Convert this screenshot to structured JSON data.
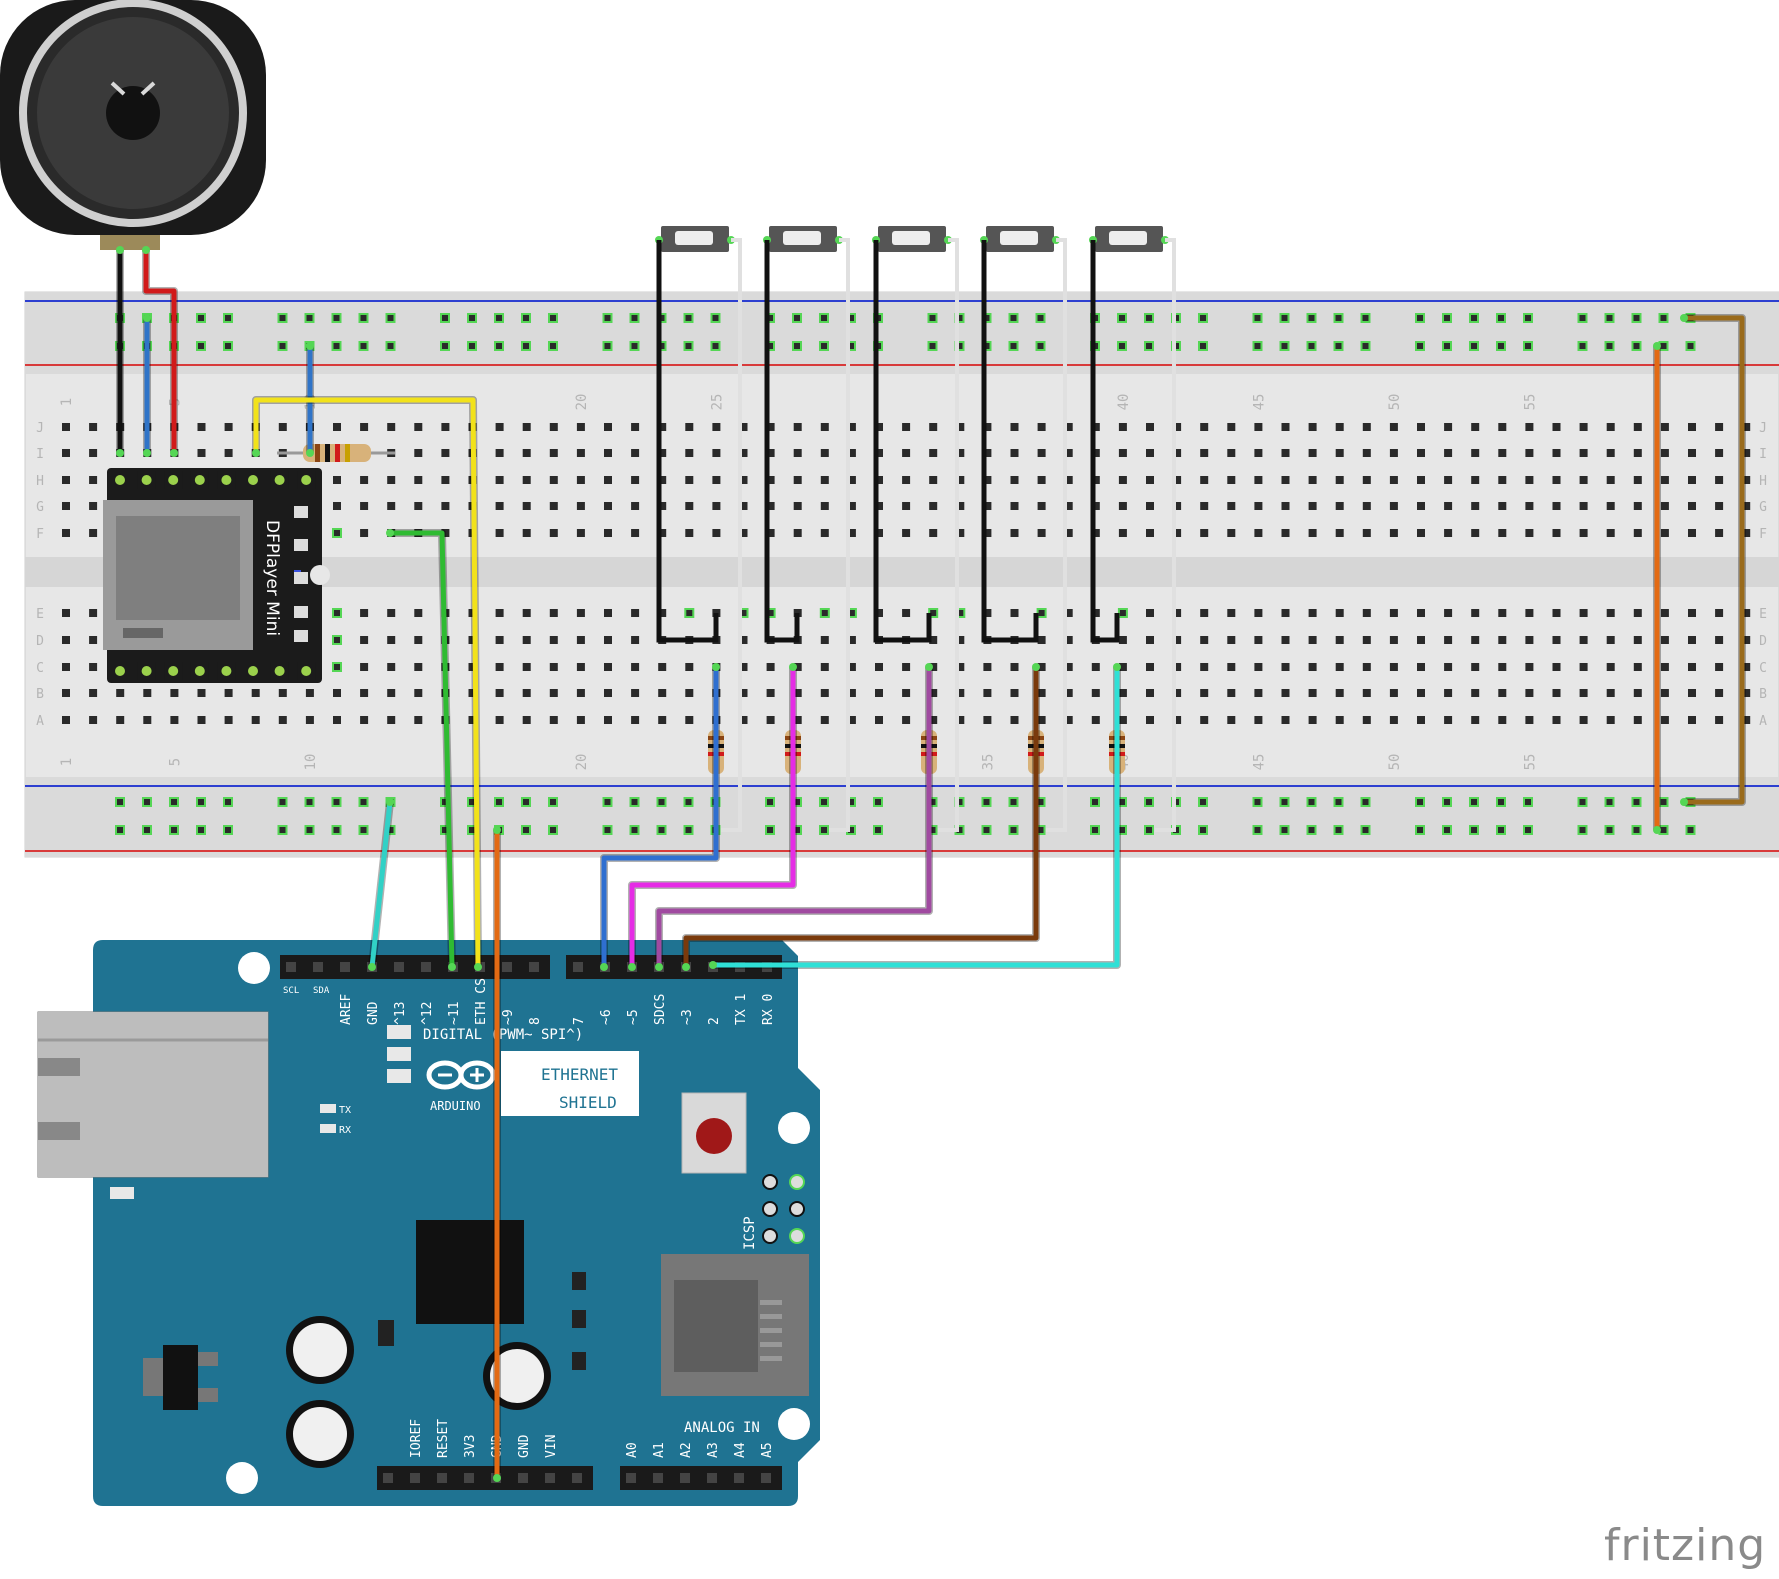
{
  "colors": {
    "board": "#1f7392",
    "breadboard": "#e9e9e9",
    "rail_blue": "#2d3fd0",
    "rail_red": "#d83a3a",
    "hole": "#2a2a2a",
    "hole_active": "#55d655",
    "module": "#1b1b1b"
  },
  "breadboard": {
    "row_letters": [
      "A",
      "B",
      "C",
      "D",
      "E",
      "F",
      "G",
      "H",
      "I",
      "J"
    ],
    "col_numbers_top": [
      "1",
      "5",
      "10",
      "20",
      "25",
      "40",
      "45",
      "50",
      "55"
    ],
    "col_numbers_bottom": [
      "1",
      "5",
      "10",
      "20",
      "35",
      "40",
      "45",
      "50",
      "55"
    ]
  },
  "module": {
    "label": "DFPlayer Mini"
  },
  "shield": {
    "digital_pins": [
      "SCL",
      "SDA",
      "AREF",
      "GND",
      "^13",
      "^12",
      "~11",
      "ETH CS",
      "~9",
      "8",
      "7",
      "~6",
      "~5",
      "SDCS",
      "~3",
      "2",
      "TX 1",
      "RX 0"
    ],
    "digital_label": "DIGITAL (PWM~ SPI^)",
    "brand_logo": "ARDUINO",
    "shield_title_1": "ETHERNET",
    "shield_title_2": "SHIELD",
    "tx_label": "TX",
    "rx_label": "RX",
    "icsp_label": "ICSP",
    "power_pins": [
      "IOREF",
      "RESET",
      "3V3",
      "GND",
      "GND",
      "VIN"
    ],
    "analog_pins": [
      "A0",
      "A1",
      "A2",
      "A3",
      "A4",
      "A5"
    ],
    "analog_label": "ANALOG IN"
  },
  "wires": [
    {
      "name": "speaker-wire-black",
      "color": "#111111"
    },
    {
      "name": "speaker-wire-red",
      "color": "#d11a1a"
    },
    {
      "name": "wire-blue-vcc",
      "color": "#2f74c8"
    },
    {
      "name": "wire-yellow-rx",
      "color": "#f2e21a"
    },
    {
      "name": "wire-green-tx",
      "color": "#2fbb32"
    },
    {
      "name": "wire-cyan-gnd",
      "color": "#31d1c6"
    },
    {
      "name": "wire-orange-power",
      "color": "#e36a13"
    },
    {
      "name": "wire-btn1-blue",
      "color": "#2f6fd0"
    },
    {
      "name": "wire-btn2-magenta",
      "color": "#e52ce5"
    },
    {
      "name": "wire-btn3-purple",
      "color": "#a04aa0"
    },
    {
      "name": "wire-btn4-brown",
      "color": "#7a3a0c"
    },
    {
      "name": "wire-btn5-cyan",
      "color": "#2fe0d6"
    },
    {
      "name": "wire-rail-brown",
      "color": "#9a6b1c"
    }
  ],
  "watermark": "fritzing"
}
